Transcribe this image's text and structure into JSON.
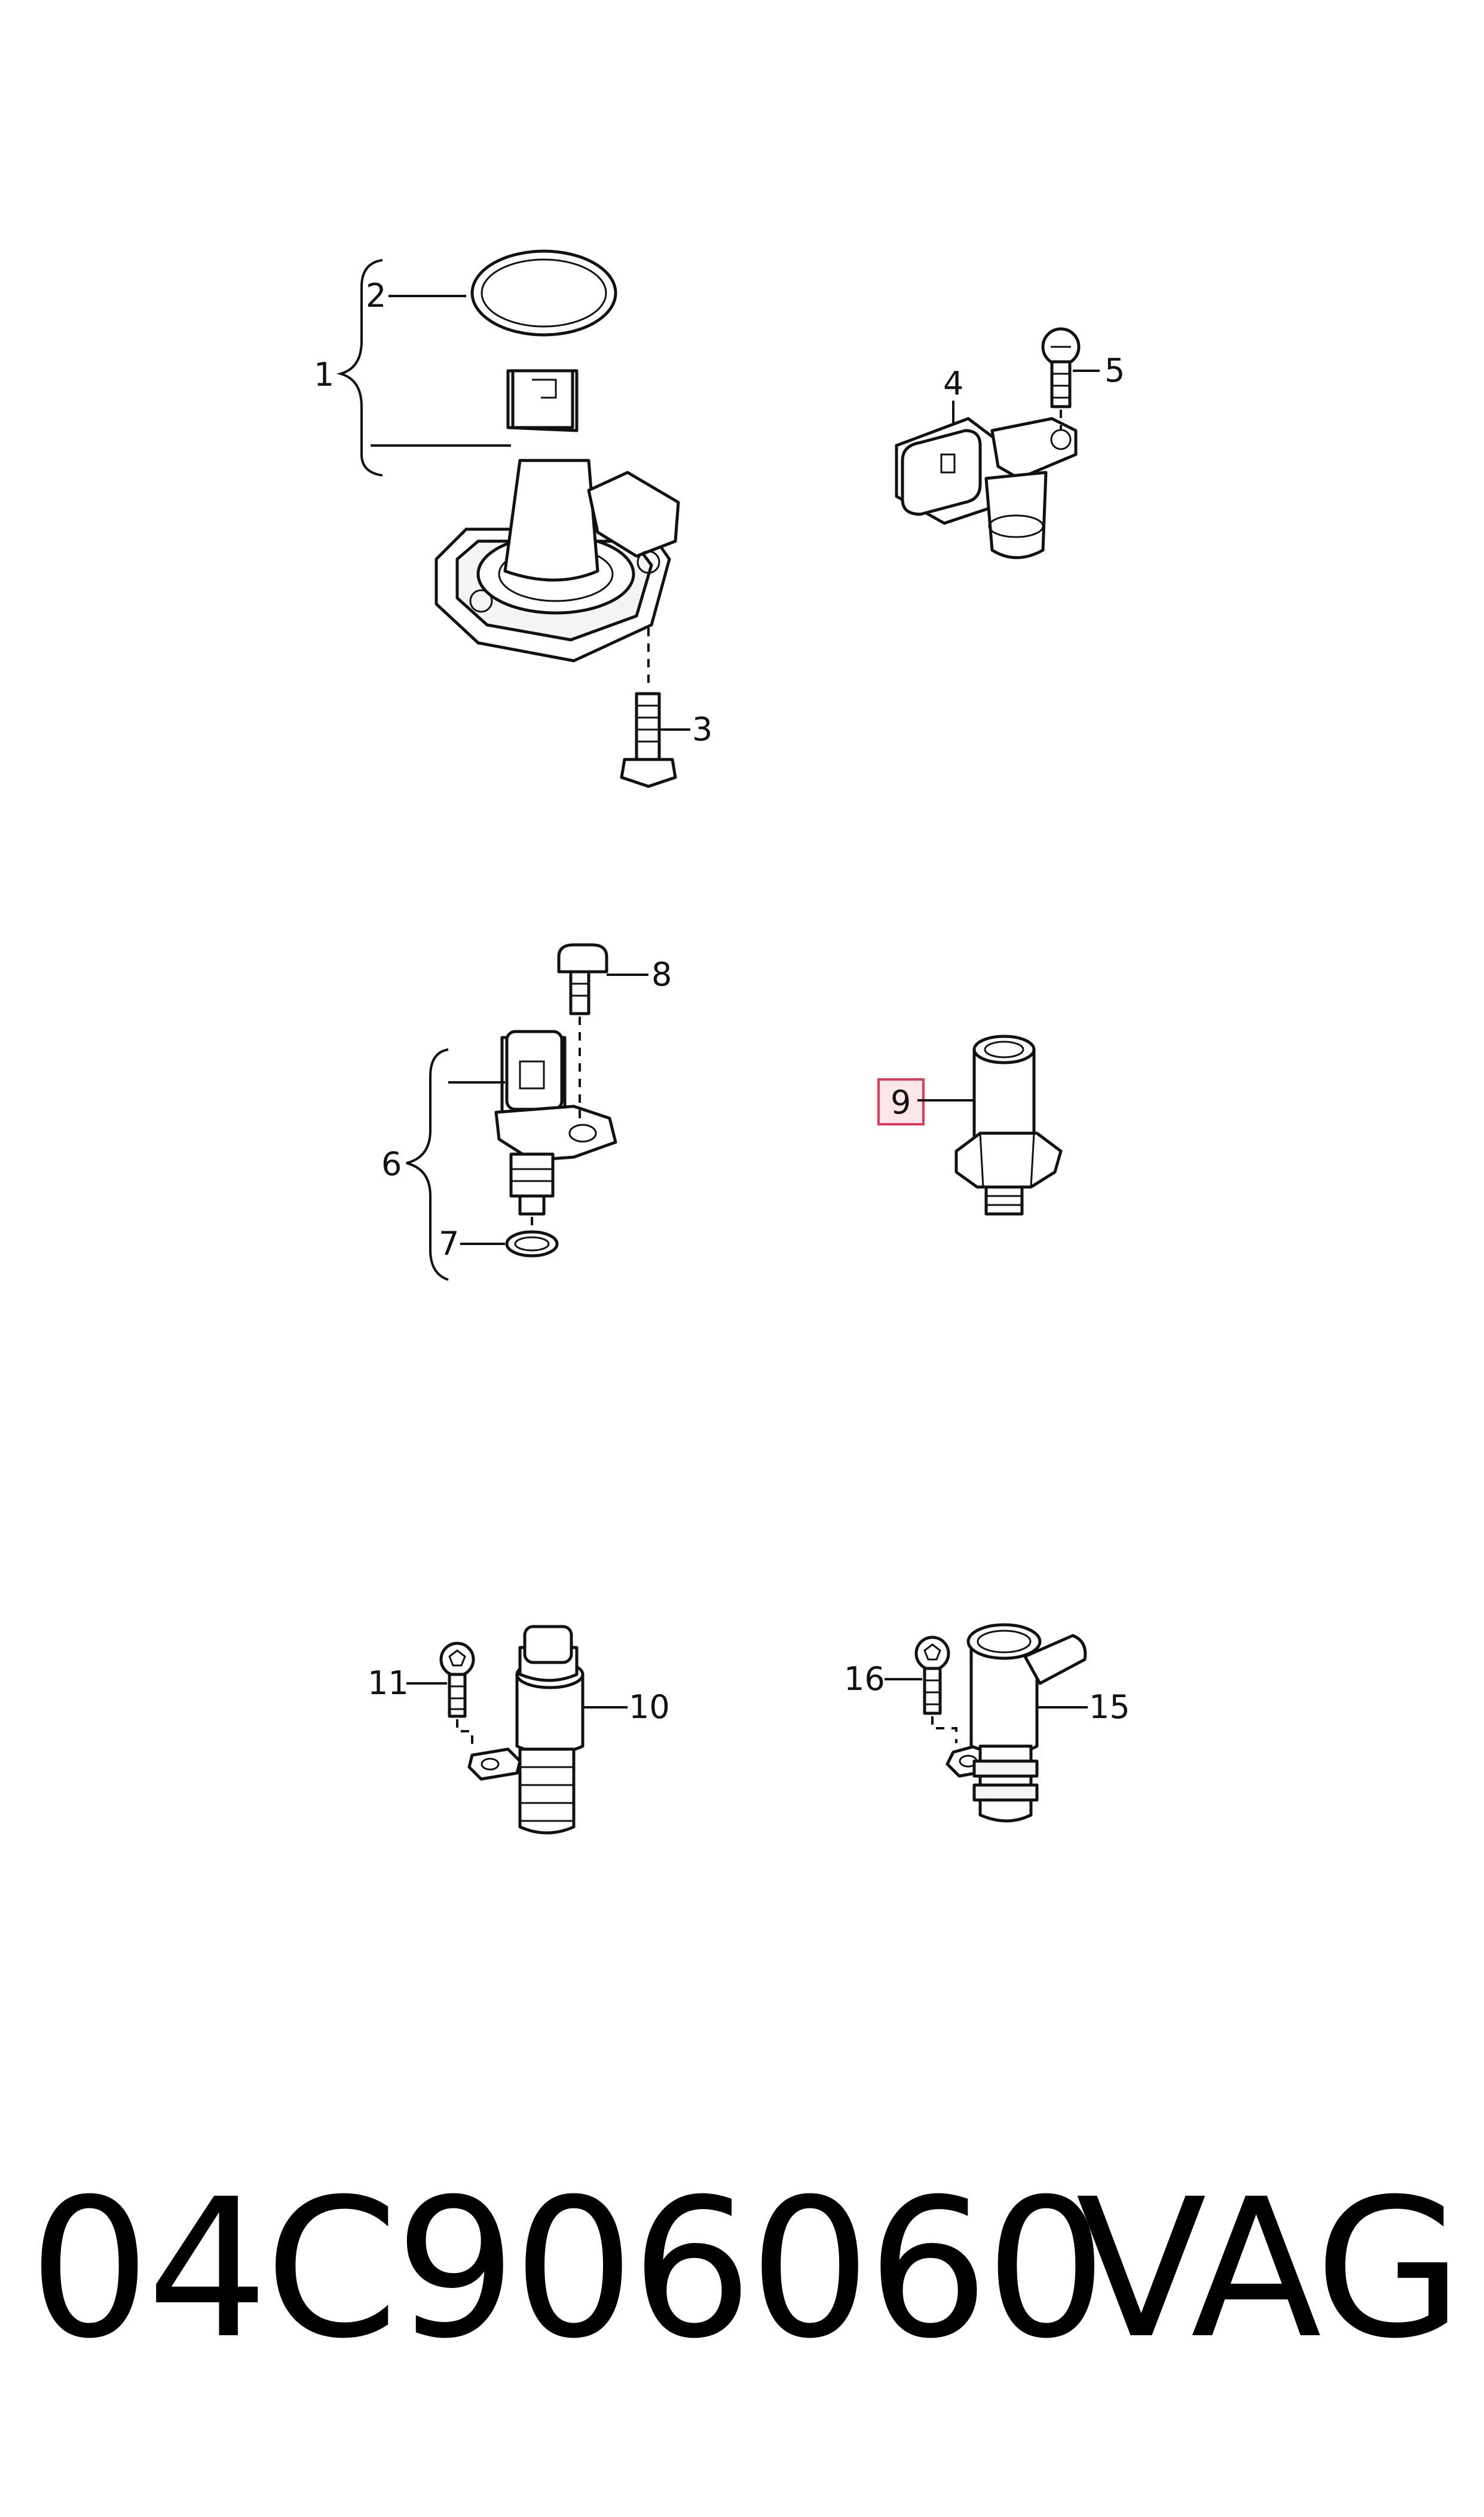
{
  "callouts": {
    "c1": "1",
    "c2": "2",
    "c3": "3",
    "c4": "4",
    "c5": "5",
    "c6": "6",
    "c7": "7",
    "c8": "8",
    "c9": "9",
    "c10": "10",
    "c11": "11",
    "c15": "15",
    "c16": "16"
  },
  "highlighted_callout": "9",
  "highlight_color": "#e23a5a",
  "highlight_fill": "#fde6ea",
  "footer": {
    "part_number": "04C906060",
    "brand": "VAG"
  }
}
